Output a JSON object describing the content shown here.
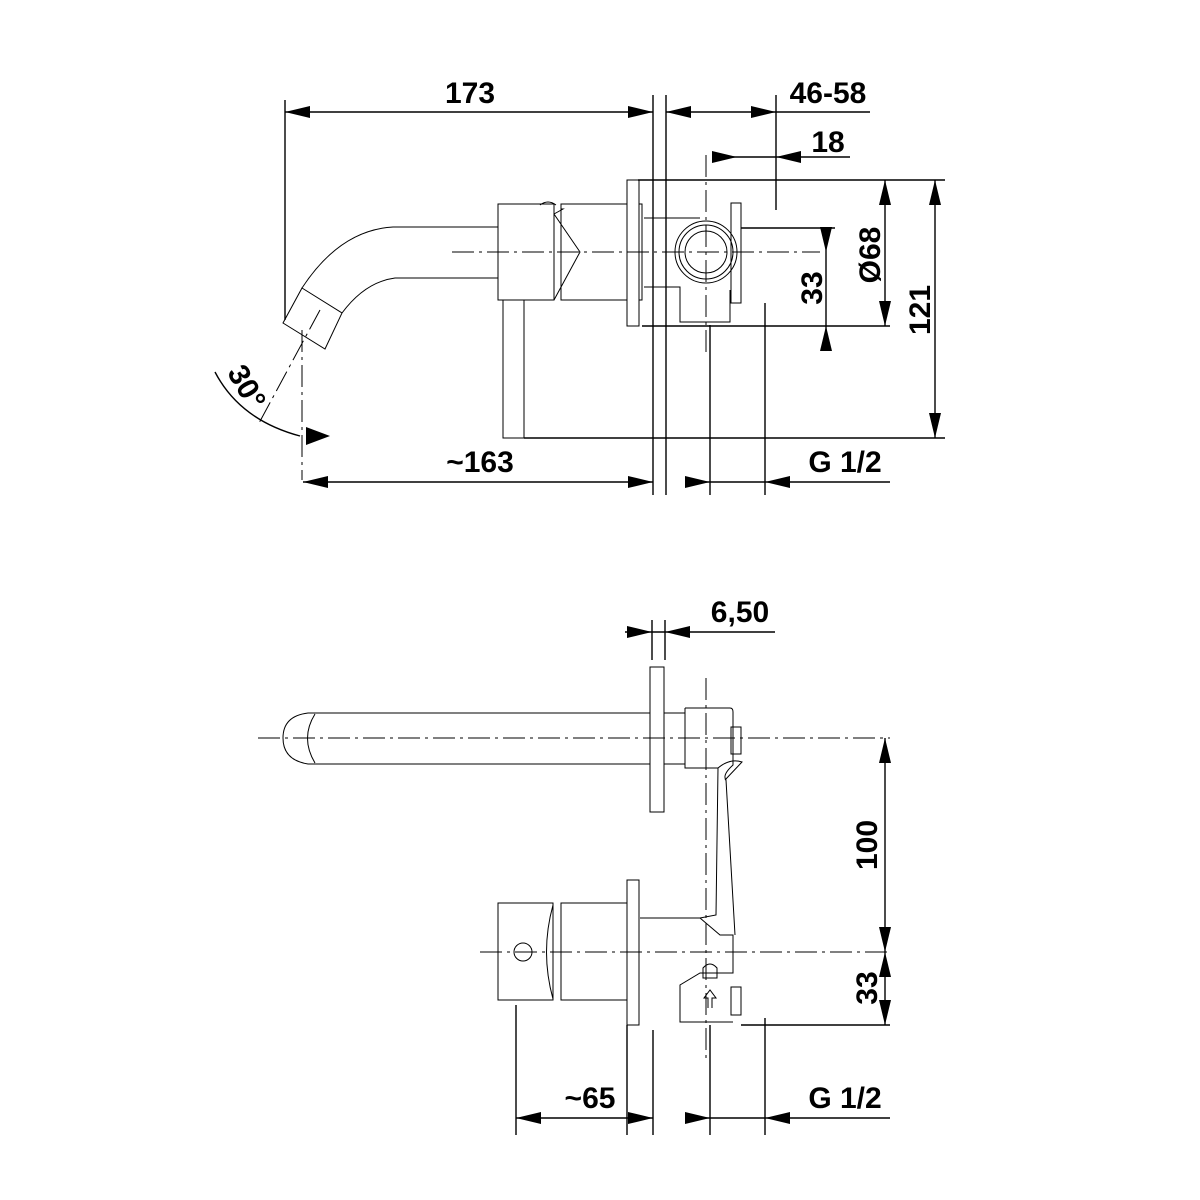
{
  "top_view": {
    "dim_length": "173",
    "dim_depth": "46-58",
    "dim_offset": "18",
    "dim_diameter": "Ø68",
    "dim_center": "33",
    "dim_height": "121",
    "dim_angle": "30°",
    "dim_projection": "~163",
    "dim_thread": "G 1/2"
  },
  "side_view": {
    "dim_plate": "6,50",
    "dim_spacing": "100",
    "dim_center": "33",
    "dim_handle": "~65",
    "dim_thread": "G 1/2"
  }
}
